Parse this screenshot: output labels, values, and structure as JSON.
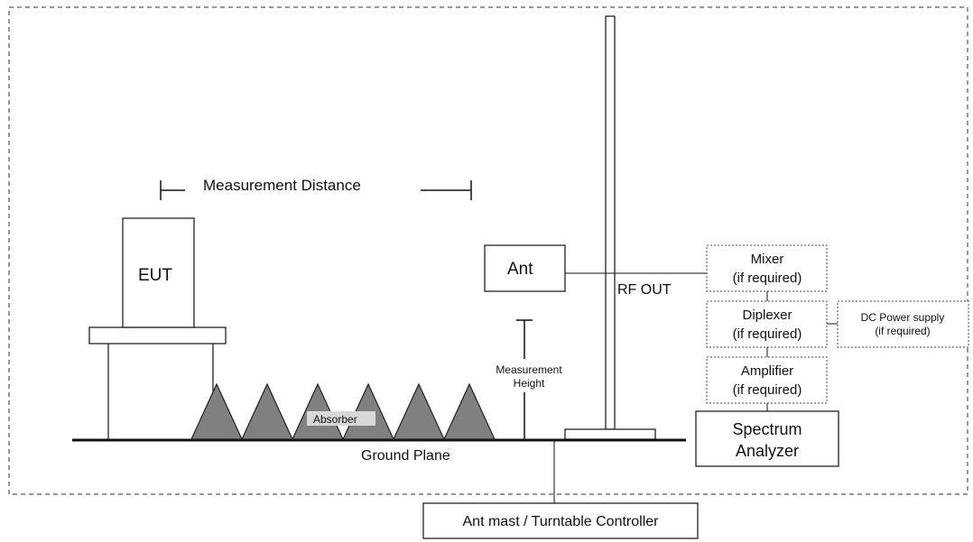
{
  "diagram": {
    "measurement_distance": "Measurement  Distance",
    "eut": "EUT",
    "ant": "Ant",
    "rf_out": "RF OUT",
    "measurement_height": [
      "Measurement",
      "Height"
    ],
    "absorber": "Absorber",
    "ground_plane": "Ground Plane",
    "mixer": [
      "Mixer",
      "(if required)"
    ],
    "diplexer": [
      "Diplexer",
      "(if required)"
    ],
    "amplifier": [
      "Amplifier",
      "(if required)"
    ],
    "dc_power": [
      "DC Power supply",
      "(if required)"
    ],
    "spectrum_analyzer": [
      "Spectrum",
      "Analyzer"
    ],
    "controller": "Ant mast / Turntable Controller"
  }
}
